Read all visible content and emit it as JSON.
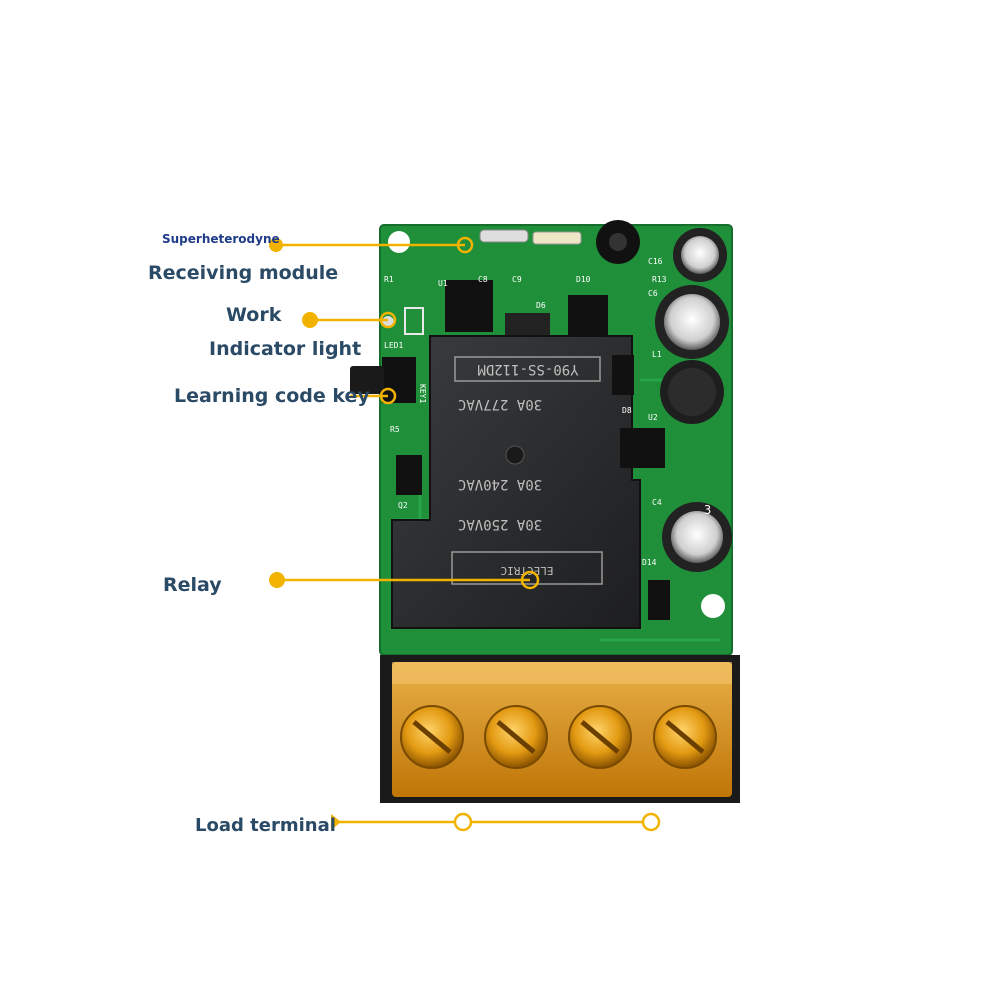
{
  "callouts": {
    "superheterodyne": "Superheterodyne",
    "receiving_module": "Receiving module",
    "work": "Work",
    "indicator_light": "Indicator light",
    "learning_code_key": "Learning code key",
    "relay": "Relay",
    "load_terminal": "Load terminal"
  },
  "relay_markings": {
    "model": "Y90-SS-112DM",
    "rating_1": "30A 277VAC",
    "rating_2": "30A 240VAC",
    "rating_3": "30A 250VAC",
    "brand": "ELECTRIC"
  },
  "board_silkscreen": {
    "c16": "C16",
    "r13": "R13",
    "c6": "C6",
    "l1": "L1",
    "u2": "U2",
    "d8": "D8",
    "c4": "C4",
    "d14": "D14",
    "led1": "LED1",
    "key1": "KEY1",
    "r5": "R5",
    "q2": "Q2",
    "u1": "U1",
    "c8": "C8",
    "c9": "C9",
    "d6": "D6",
    "d10": "D10",
    "r1": "R1",
    "cap_mark": "3"
  },
  "colors": {
    "pcb_green": "#1f8f3a",
    "callout_line": "#f2b300",
    "label_text": "#2a4a66",
    "terminal_orange": "#e89a10",
    "relay_body": "#2b2d2f"
  }
}
